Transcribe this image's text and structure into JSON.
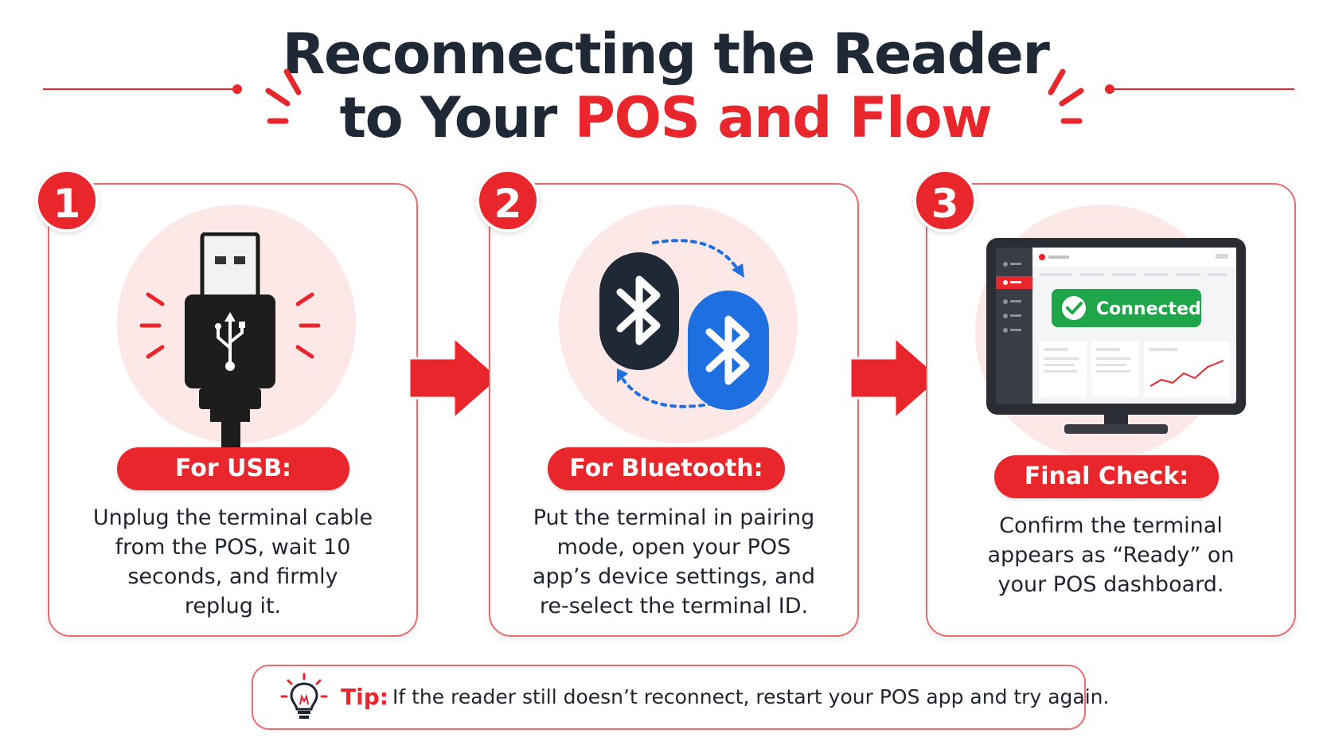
{
  "title": {
    "line1": "Reconnecting the Reader",
    "line2_prefix": "to Your ",
    "line2_accent": "POS and Flow"
  },
  "colors": {
    "accent": "#e8262c",
    "dark": "#1f2835",
    "bluetooth_blue": "#1e6fe0",
    "success_green": "#1fa64a"
  },
  "steps": [
    {
      "number": "1",
      "label": "For USB:",
      "description": [
        "Unplug the terminal cable",
        "from the POS, wait 10",
        "seconds, and firmly",
        "replug it."
      ],
      "icon": "usb-plug-icon"
    },
    {
      "number": "2",
      "label": "For Bluetooth:",
      "description": [
        "Put the terminal in pairing",
        "mode, open your POS",
        "app’s device settings, and",
        "re-select the terminal ID."
      ],
      "icon": "bluetooth-pairing-icon"
    },
    {
      "number": "3",
      "label": "Final Check:",
      "description": [
        "Confirm the terminal",
        "appears as “Ready” on",
        "your POS dashboard."
      ],
      "icon": "monitor-dashboard-icon",
      "status_badge": "Connected"
    }
  ],
  "tip": {
    "label": "Tip:",
    "text": "If the reader still doesn’t reconnect, restart your POS app and try again.",
    "icon": "lightbulb-icon"
  }
}
